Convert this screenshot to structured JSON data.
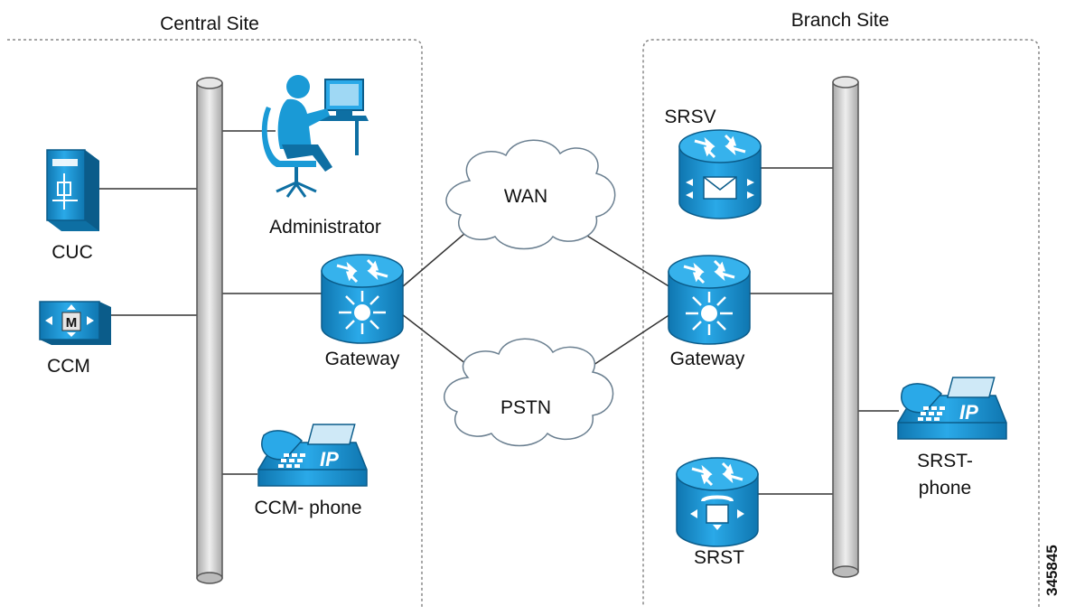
{
  "sites": {
    "central": {
      "title": "Central Site"
    },
    "branch": {
      "title": "Branch Site"
    }
  },
  "clouds": {
    "wan": {
      "label": "WAN"
    },
    "pstn": {
      "label": "PSTN"
    }
  },
  "devices": {
    "cuc": {
      "label": "CUC",
      "icon": "server-icon"
    },
    "ccm": {
      "label": "CCM",
      "icon": "call-manager-icon"
    },
    "administrator": {
      "label": "Administrator",
      "icon": "admin-workstation-icon"
    },
    "central_gateway": {
      "label": "Gateway",
      "icon": "router-icon"
    },
    "ccm_phone": {
      "label": "CCM- phone",
      "icon": "ip-phone-icon"
    },
    "srsv": {
      "label": "SRSV",
      "icon": "voicemail-router-icon"
    },
    "branch_gateway": {
      "label": "Gateway",
      "icon": "router-icon"
    },
    "srst": {
      "label": "SRST",
      "icon": "srst-router-icon"
    },
    "srst_phone": {
      "label_line1": "SRST-",
      "label_line2": "phone",
      "icon": "ip-phone-icon"
    }
  },
  "figure_id": "345845",
  "colors": {
    "device_blue": "#1a9ad6",
    "device_dark": "#0e6fa3",
    "cloud_stroke": "#6a7f90",
    "bus_fill": "#d8d8d8",
    "bus_stroke": "#555555",
    "border_dash": "#888888"
  }
}
